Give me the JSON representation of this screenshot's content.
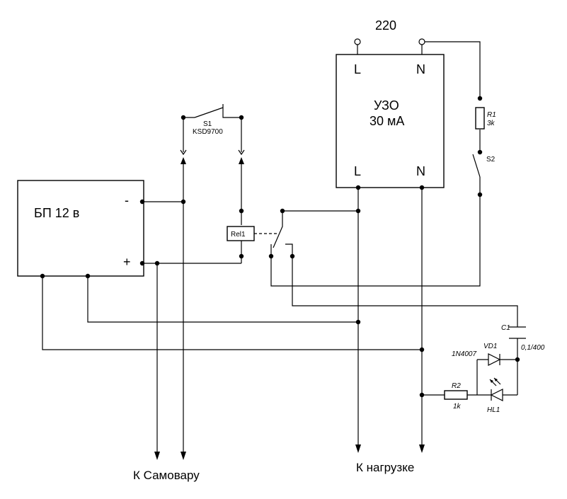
{
  "mains_label": "220",
  "rcd": {
    "label_line1": "УЗО",
    "label_line2": "30 мА",
    "in_l": "L",
    "in_n": "N",
    "out_l": "L",
    "out_n": "N"
  },
  "psu": {
    "label": "БП 12 в",
    "minus": "-",
    "plus": "+"
  },
  "s1": {
    "name": "S1",
    "model": "KSD9700"
  },
  "s2": {
    "name": "S2"
  },
  "relay": {
    "name": "Rel1"
  },
  "r1": {
    "name": "R1",
    "value": "3k"
  },
  "r2": {
    "name": "R2",
    "value": "1k"
  },
  "c1": {
    "name": "C1",
    "value": "0,1/400"
  },
  "vd1": {
    "name": "VD1",
    "model": "1N4007"
  },
  "hl1": {
    "name": "HL1"
  },
  "outputs": {
    "samovar": "К Самовару",
    "load": "К нагрузке"
  }
}
